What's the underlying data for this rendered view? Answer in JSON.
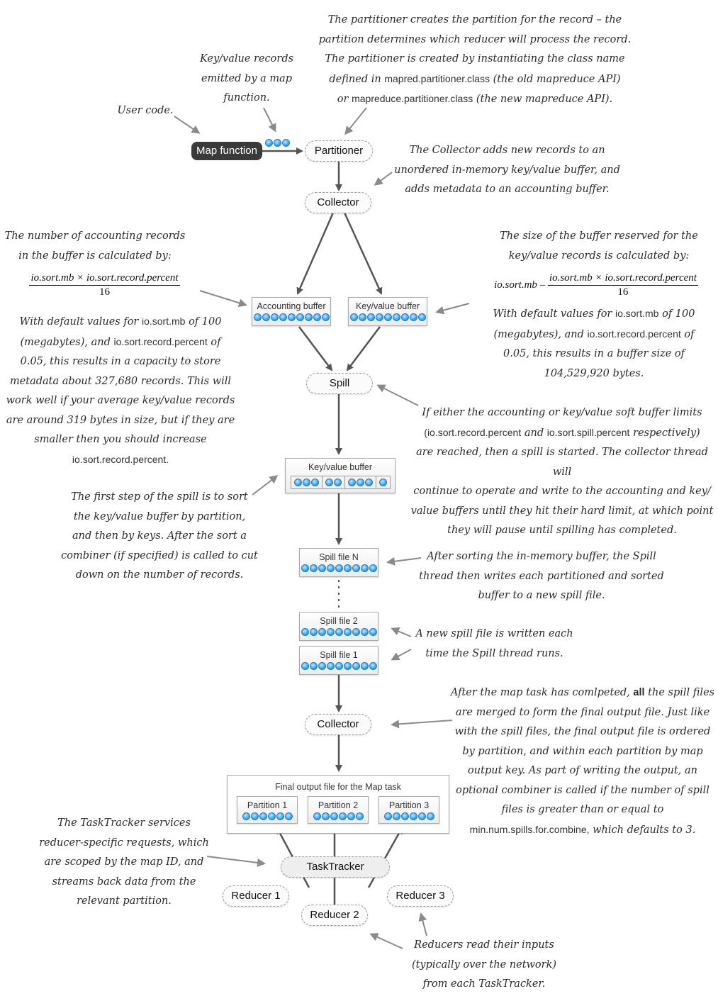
{
  "notes": {
    "user_code": "User code.",
    "kv_emitted": "Key/value records emitted by a map function.",
    "partitioner": [
      "The partitioner creates the partition for the record – the",
      "partition determines which reducer will process the record.",
      "The partitioner is created by instantiating the class name"
    ],
    "partitioner_line4_pre": "defined in",
    "partitioner_line4_prop": "mapred.partitioner.class",
    "partitioner_line4_post": "(the old mapreduce API)",
    "partitioner_line5_pre": "or",
    "partitioner_line5_prop": "mapreduce.partitioner.class",
    "partitioner_line5_post": "(the new mapreduce API).",
    "collector": [
      "The Collector adds new records to an",
      "unordered in-memory key/value buffer, and",
      "adds metadata to an accounting buffer."
    ],
    "accounting_count": [
      "The number of accounting records",
      "in the buffer is calculated by:"
    ],
    "kv_size": [
      "The size of the buffer reserved for the",
      "key/value records is calculated by:"
    ],
    "left_defaults_l1_pre": "With default values for",
    "left_defaults_l1_prop": "io.sort.mb",
    "left_defaults_l1_post": "of 100",
    "left_defaults_l2_pre": "(megabytes), and",
    "left_defaults_l2_prop": "io.sort.record.percent",
    "left_defaults_l2_post": "of",
    "left_defaults_rest": [
      "0.05, this results in a capacity to store",
      "metadata about 327,680 records. This will",
      "work well if your average key/value records",
      "are around 319 bytes in size, but if they are",
      "smaller then you should increase"
    ],
    "left_defaults_last": "io.sort.record.percent.",
    "right_defaults_l1_pre": "With default values for",
    "right_defaults_l1_prop": "io.sort.mb",
    "right_defaults_l1_post": "of 100",
    "right_defaults_l2_pre": "(megabytes), and",
    "right_defaults_l2_prop": "io.sort.record.percent",
    "right_defaults_l2_post": "of",
    "right_defaults_rest": [
      "0.05, this results in a buffer size of",
      "104,529,920 bytes."
    ],
    "spill_l1": "If either the accounting or key/value soft buffer limits",
    "spill_l2_prop1": "(io.sort.record.percent",
    "spill_l2_and": "and",
    "spill_l2_prop2": "io.sort.spill.percent",
    "spill_l2_post": "respectively)",
    "spill_rest": [
      "are reached, then a spill is started. The collector thread will",
      "continue to operate and write to the accounting and key/",
      "value buffers until they hit their hard limit, at which point",
      "they will pause until spilling has completed."
    ],
    "sort": [
      "The first step of the spill is to sort",
      "the key/value buffer by partition,",
      "and then by keys. After the sort a",
      "combiner (if specified) is called to cut",
      "down on the number of records."
    ],
    "spill_file": [
      "After sorting the in-memory buffer, the Spill",
      "thread then writes each partitioned and sorted",
      "buffer to a new spill file."
    ],
    "new_spill": [
      "A new spill file is written each",
      "time the Spill thread runs."
    ],
    "merge_l1_pre": "After the map task has comlpeted,",
    "merge_l1_bold": "all",
    "merge_l1_post": "the spill files",
    "merge_rest": [
      "are merged to form the final output file. Just like",
      "with the spill files, the final output file is ordered",
      "by partition, and within each partition by map",
      "output key. As part of writing the output, an",
      "optional combiner is called if the number of spill",
      "files is greater than or equal to"
    ],
    "merge_last_prop": "min.num.spills.for.combine,",
    "merge_last_post": "which defaults to 3.",
    "tasktracker": [
      "The TaskTracker services",
      "reducer-specific requests, which",
      "are scoped by the map ID, and",
      "streams back data from the",
      "relevant partition."
    ],
    "reducers": [
      "Reducers read their inputs",
      "(typically over the network)",
      "from each TaskTracker."
    ]
  },
  "formulas": {
    "left_num": "io.sort.mb × io.sort.record.percent",
    "left_den": "16",
    "right_lead": "io.sort.mb –",
    "right_num": "io.sort.mb × io.sort.record.percent",
    "right_den": "16"
  },
  "nodes": {
    "map_function": "Map function",
    "partitioner": "Partitioner",
    "collector1": "Collector",
    "accounting_buffer": "Accounting buffer",
    "kv_buffer1": "Key/value buffer",
    "spill": "Spill",
    "kv_buffer2": "Key/value buffer",
    "spill_file_n": "Spill file N",
    "spill_file_2": "Spill file 2",
    "spill_file_1": "Spill file 1",
    "collector2": "Collector",
    "final_output": "Final output file for the Map task",
    "partition1": "Partition 1",
    "partition2": "Partition 2",
    "partition3": "Partition 3",
    "tasktracker": "TaskTracker",
    "reducer1": "Reducer 1",
    "reducer2": "Reducer 2",
    "reducer3": "Reducer 3"
  },
  "colors": {
    "record_dot": "#2b97e6",
    "dark_node": "#3a3a3a",
    "arrow": "#555555",
    "pointer": "#8a8a8a"
  }
}
